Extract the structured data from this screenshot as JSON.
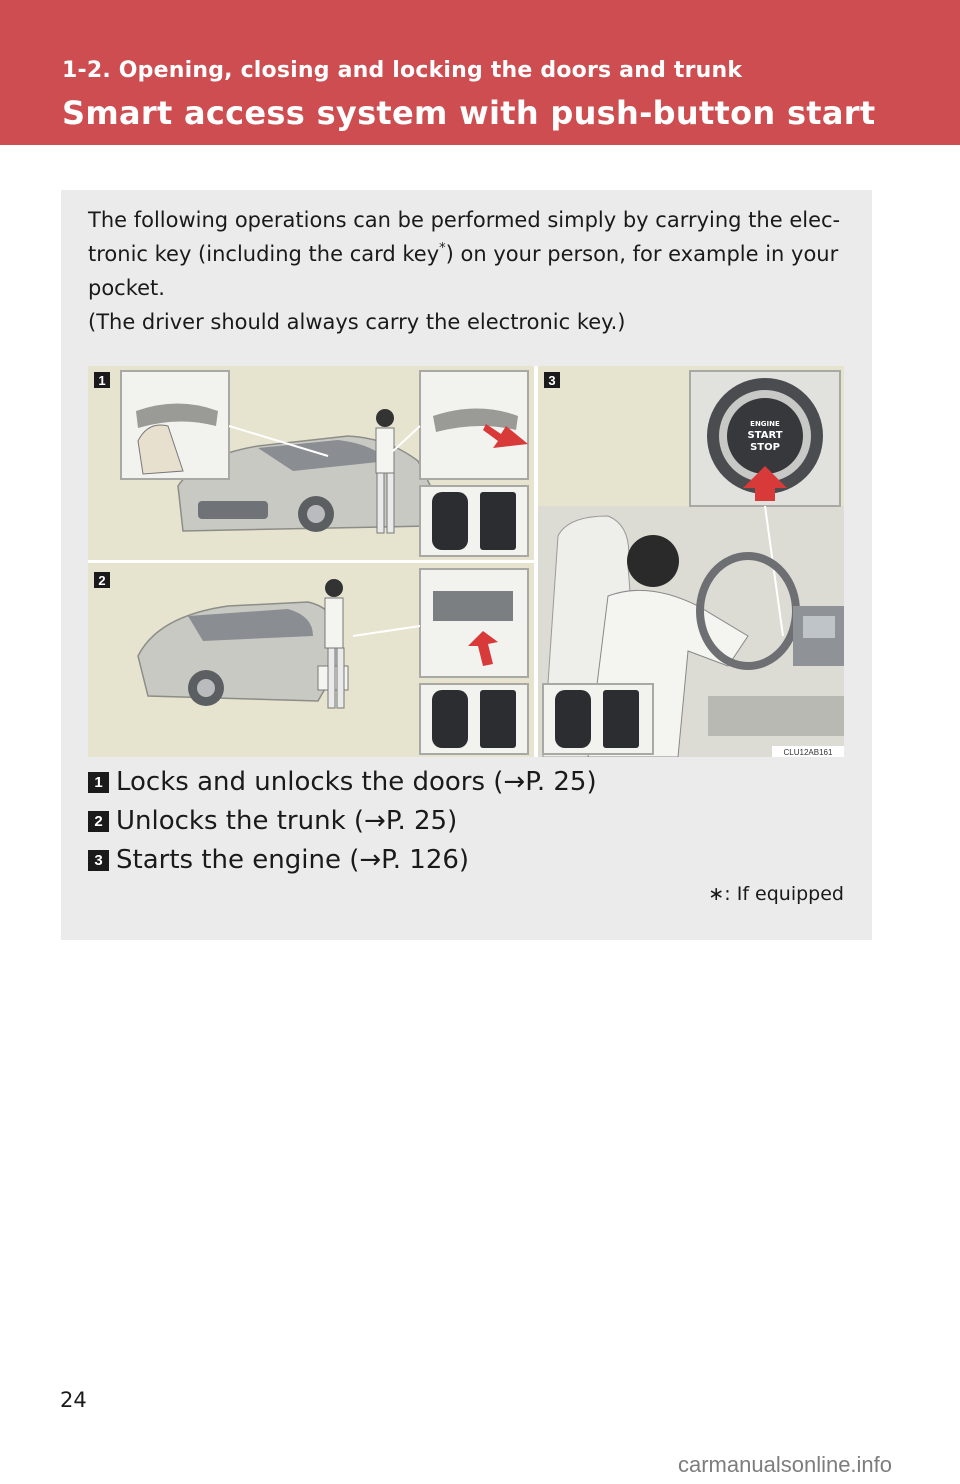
{
  "header": {
    "section": "1-2.  Opening, closing and locking the doors and trunk",
    "title": "Smart access system with push-button start"
  },
  "intro": {
    "line1": "The following operations can be performed simply by carrying the elec-",
    "line2_a": "tronic key (including the card key",
    "line2_sup": "*",
    "line2_b": ") on your person, for example in your",
    "line3": "pocket.",
    "line4": "(The driver should always carry the electronic key.)"
  },
  "illustration": {
    "panel_labels": [
      "1",
      "2",
      "3"
    ],
    "button_text": [
      "ENGINE",
      "START",
      "STOP"
    ],
    "code": "CLU12AB161"
  },
  "legend": [
    {
      "num": "1",
      "text": "Locks and unlocks the doors (→P. 25)"
    },
    {
      "num": "2",
      "text": "Unlocks the trunk (→P. 25)"
    },
    {
      "num": "3",
      "text": "Starts the engine (→P. 126)"
    }
  ],
  "footnote": "∗: If equipped",
  "page_number": "24",
  "watermark": "carmanualsonline.info",
  "colors": {
    "header_bg": "#cd4d50",
    "box_bg": "#ebebeb",
    "arrow_red": "#d83a3a"
  }
}
